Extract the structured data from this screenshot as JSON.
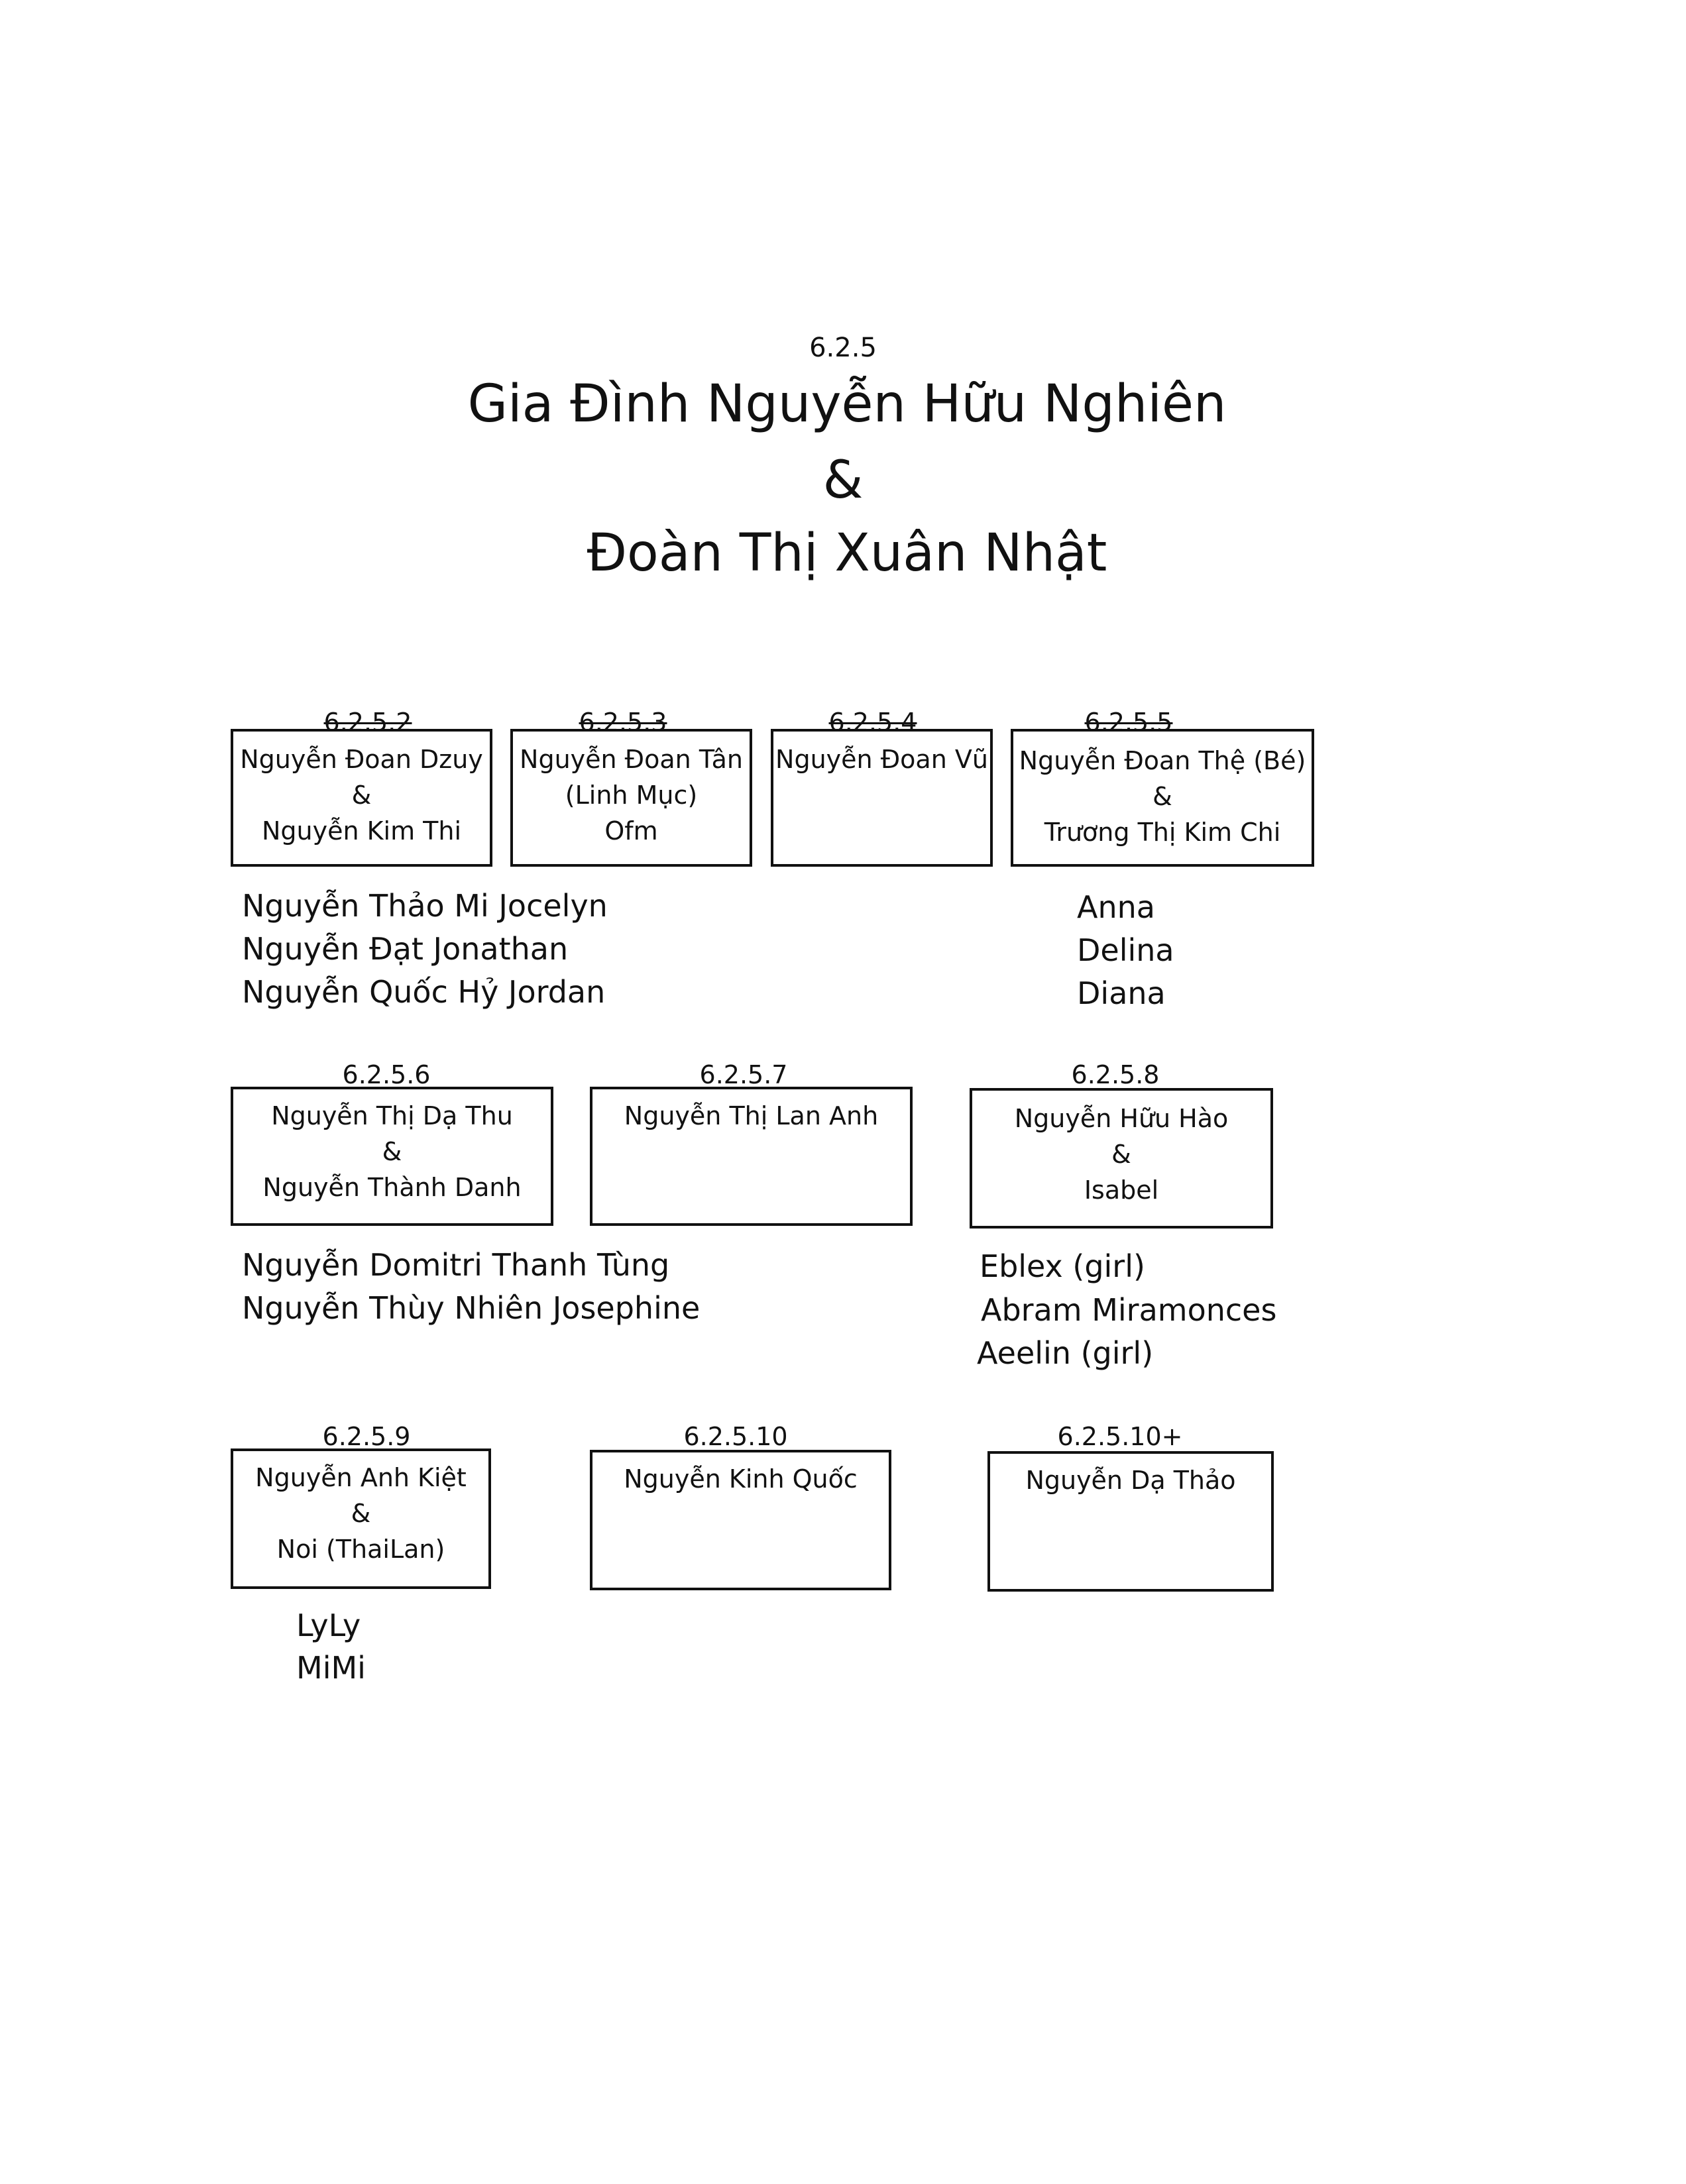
{
  "header": {
    "code": "6.2.5",
    "title_line1": "Gia Đình Nguyễn Hữu Nghiên",
    "title_amp": "&",
    "title_line2": "Đoàn Thị Xuân Nhật"
  },
  "families": [
    {
      "code": "6.2.5.2",
      "lines": [
        "Nguyễn Đoan Dzuy",
        "&",
        "Nguyễn Kim Thi"
      ],
      "children": [
        "Nguyễn Thảo Mi Jocelyn",
        "Nguyễn Đạt Jonathan",
        "Nguyễn Quốc Hỷ Jordan"
      ]
    },
    {
      "code": "6.2.5.3",
      "lines": [
        "Nguyễn Đoan Tân",
        "(Linh Mục)",
        "Ofm"
      ],
      "children": []
    },
    {
      "code": "6.2.5.4",
      "lines": [
        "Nguyễn Đoan Vũ"
      ],
      "children": []
    },
    {
      "code": "6.2.5.5",
      "lines": [
        "Nguyễn Đoan Thệ (Bé)",
        "&",
        "Trương Thị Kim Chi"
      ],
      "children": [
        "Anna",
        "Delina",
        "Diana"
      ]
    },
    {
      "code": "6.2.5.6",
      "lines": [
        "Nguyễn Thị Dạ Thu",
        "&",
        "Nguyễn Thành Danh"
      ],
      "children": [
        "Nguyễn Domitri Thanh Tùng",
        "Nguyễn Thùy Nhiên Josephine"
      ]
    },
    {
      "code": "6.2.5.7",
      "lines": [
        "Nguyễn Thị Lan Anh"
      ],
      "children": []
    },
    {
      "code": "6.2.5.8",
      "lines": [
        "Nguyễn Hữu Hào",
        "&",
        "Isabel"
      ],
      "children": [
        "Eblex (girl)",
        "Abram Miramonces",
        "Aeelin (girl)"
      ]
    },
    {
      "code": "6.2.5.9",
      "lines": [
        "Nguyễn Anh Kiệt",
        "&",
        "Noi (ThaiLan)"
      ],
      "children": [
        "LyLy",
        "MiMi"
      ]
    },
    {
      "code": "6.2.5.10",
      "lines": [
        "Nguyễn Kinh Quốc"
      ],
      "children": []
    },
    {
      "code": "6.2.5.10+",
      "lines": [
        "Nguyễn Dạ Thảo"
      ],
      "children": []
    }
  ]
}
